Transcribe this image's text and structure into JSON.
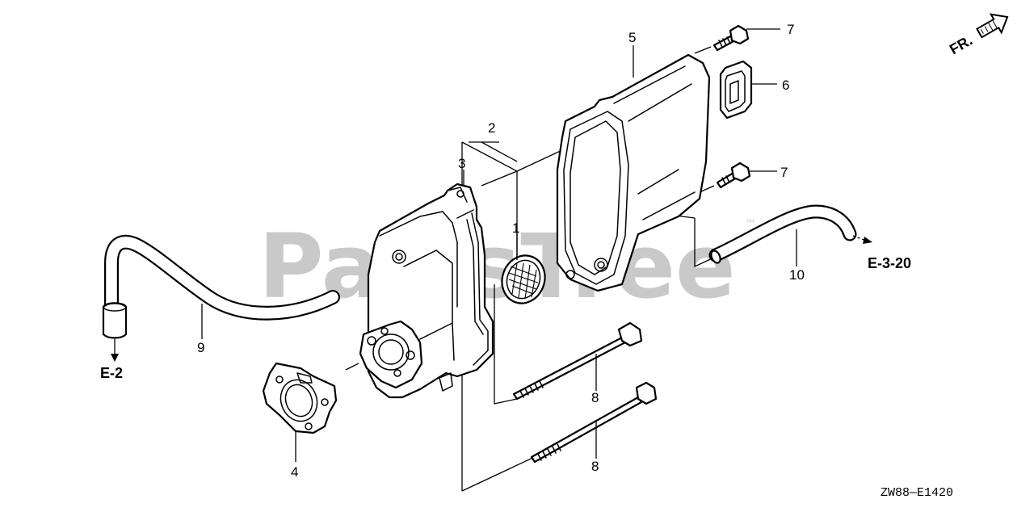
{
  "watermark": {
    "text": "PartsTree",
    "trademark": "™"
  },
  "direction_indicator": {
    "label": "FR."
  },
  "diagram_code": "ZW88—E1420",
  "references": {
    "e2": "E-2",
    "e320": "E-3-20"
  },
  "callouts": {
    "c1": "1",
    "c2": "2",
    "c3": "3",
    "c4": "4",
    "c5": "5",
    "c6": "6",
    "c7a": "7",
    "c7b": "7",
    "c8a": "8",
    "c8b": "8",
    "c9": "9",
    "c10": "10"
  }
}
